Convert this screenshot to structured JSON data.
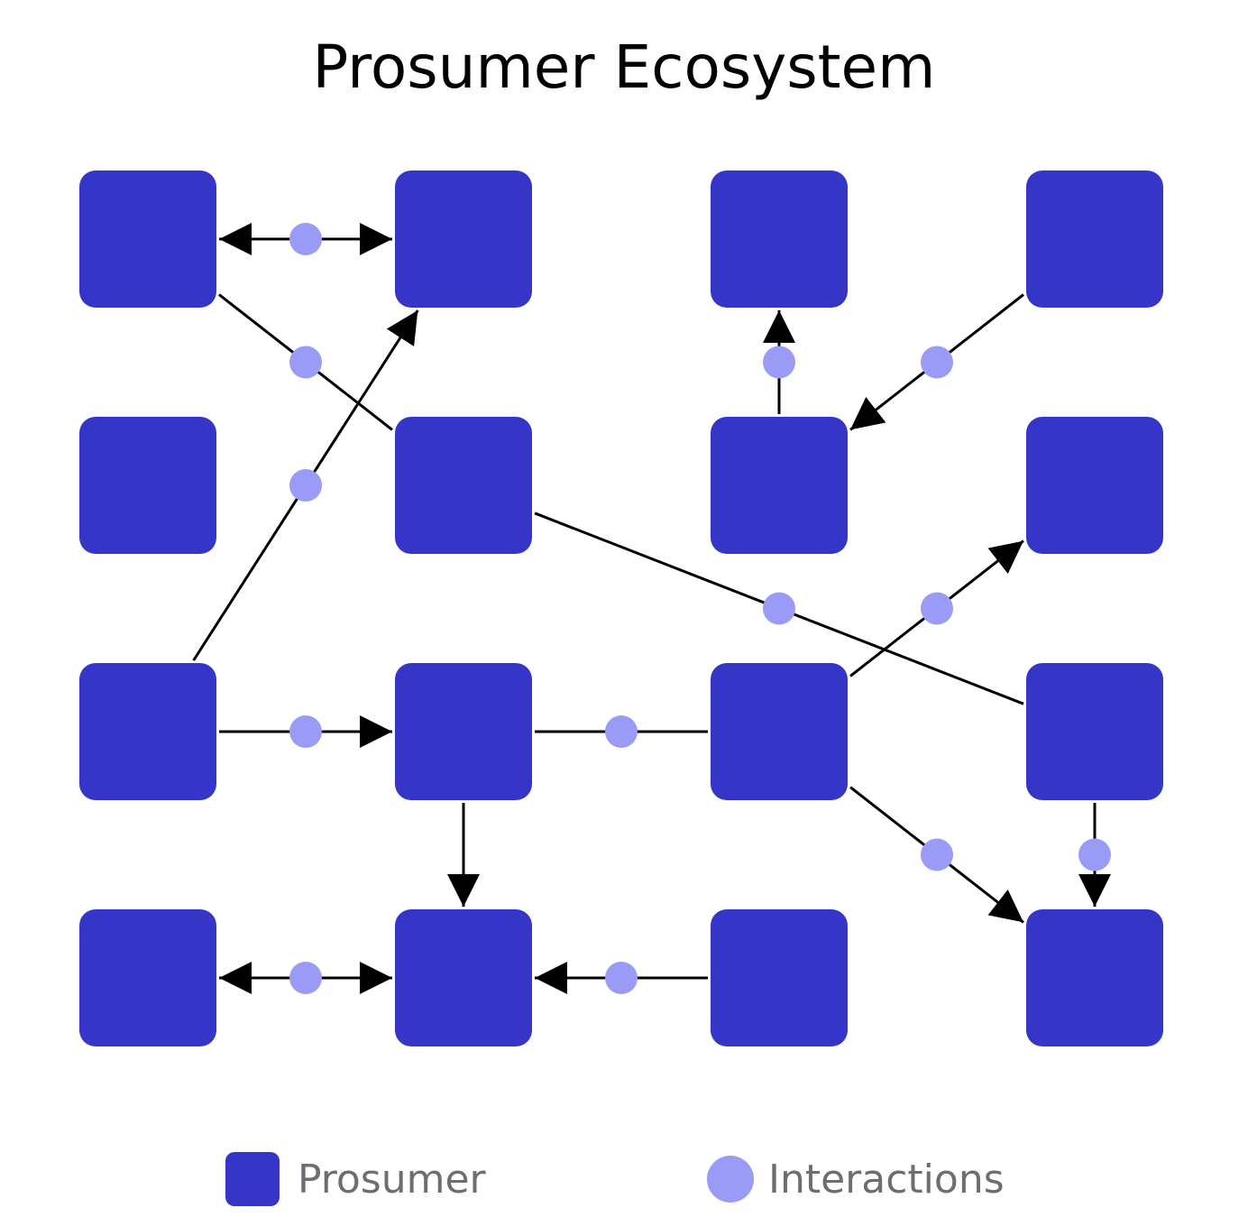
{
  "title": "Prosumer Ecosystem",
  "colors": {
    "prosumer": "#3535c8",
    "interaction": "#9a9af7",
    "connector": "#000000",
    "legend_text": "#6e6e6e"
  },
  "nodes": [
    {
      "id": "p-r1c1",
      "row": 1,
      "col": 1
    },
    {
      "id": "p-r1c2",
      "row": 1,
      "col": 2
    },
    {
      "id": "p-r1c3",
      "row": 1,
      "col": 3
    },
    {
      "id": "p-r1c4",
      "row": 1,
      "col": 4
    },
    {
      "id": "p-r2c1",
      "row": 2,
      "col": 1
    },
    {
      "id": "p-r2c2",
      "row": 2,
      "col": 2
    },
    {
      "id": "p-r2c3",
      "row": 2,
      "col": 3
    },
    {
      "id": "p-r2c4",
      "row": 2,
      "col": 4
    },
    {
      "id": "p-r3c1",
      "row": 3,
      "col": 1
    },
    {
      "id": "p-r3c2",
      "row": 3,
      "col": 2
    },
    {
      "id": "p-r3c3",
      "row": 3,
      "col": 3
    },
    {
      "id": "p-r3c4",
      "row": 3,
      "col": 4
    },
    {
      "id": "p-r4c1",
      "row": 4,
      "col": 1
    },
    {
      "id": "p-r4c2",
      "row": 4,
      "col": 2
    },
    {
      "id": "p-r4c3",
      "row": 4,
      "col": 3
    },
    {
      "id": "p-r4c4",
      "row": 4,
      "col": 4
    }
  ],
  "edges": [
    {
      "from": "p-r1c1",
      "to": "p-r1c2",
      "direction": "both"
    },
    {
      "from": "p-r1c1",
      "to": "p-r2c2",
      "direction": "none"
    },
    {
      "from": "p-r3c1",
      "to": "p-r1c2",
      "direction": "forward"
    },
    {
      "from": "p-r2c3",
      "to": "p-r1c3",
      "direction": "forward"
    },
    {
      "from": "p-r1c4",
      "to": "p-r2c3",
      "direction": "forward"
    },
    {
      "from": "p-r2c2",
      "to": "p-r3c4",
      "direction": "none"
    },
    {
      "from": "p-r3c3",
      "to": "p-r2c4",
      "direction": "forward"
    },
    {
      "from": "p-r3c1",
      "to": "p-r3c2",
      "direction": "forward"
    },
    {
      "from": "p-r3c2",
      "to": "p-r3c3",
      "direction": "none"
    },
    {
      "from": "p-r3c2",
      "to": "p-r4c2",
      "direction": "forward",
      "interaction": false
    },
    {
      "from": "p-r3c3",
      "to": "p-r4c4",
      "direction": "forward"
    },
    {
      "from": "p-r3c4",
      "to": "p-r4c4",
      "direction": "forward"
    },
    {
      "from": "p-r4c1",
      "to": "p-r4c2",
      "direction": "both"
    },
    {
      "from": "p-r4c3",
      "to": "p-r4c2",
      "direction": "forward"
    }
  ],
  "legend": {
    "prosumer_label": "Prosumer",
    "interaction_label": "Interactions"
  }
}
